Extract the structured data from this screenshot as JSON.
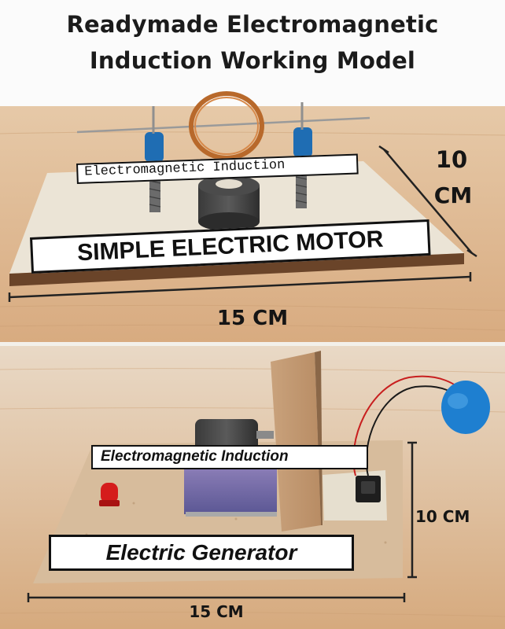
{
  "title": {
    "line1": "Readymade Electromagnetic",
    "line2": "Induction Working Model"
  },
  "top_model": {
    "small_label": "Electromagnetic Induction",
    "main_label": "SIMPLE ELECTRIC MOTOR",
    "dim_depth_value": "10",
    "dim_depth_unit": "CM",
    "dim_width": "15 CM"
  },
  "bottom_model": {
    "small_label": "Electromagnetic Induction",
    "main_label": "Electric Generator",
    "dim_depth": "10 CM",
    "dim_width": "15 CM"
  },
  "colors": {
    "wood_table": "#d9b48d",
    "board": "#e8e1d3",
    "copper": "#b8692b",
    "blue_cap": "#1f6db3",
    "led_red": "#d51c1c",
    "battery_blue": "#1e7fd0"
  }
}
